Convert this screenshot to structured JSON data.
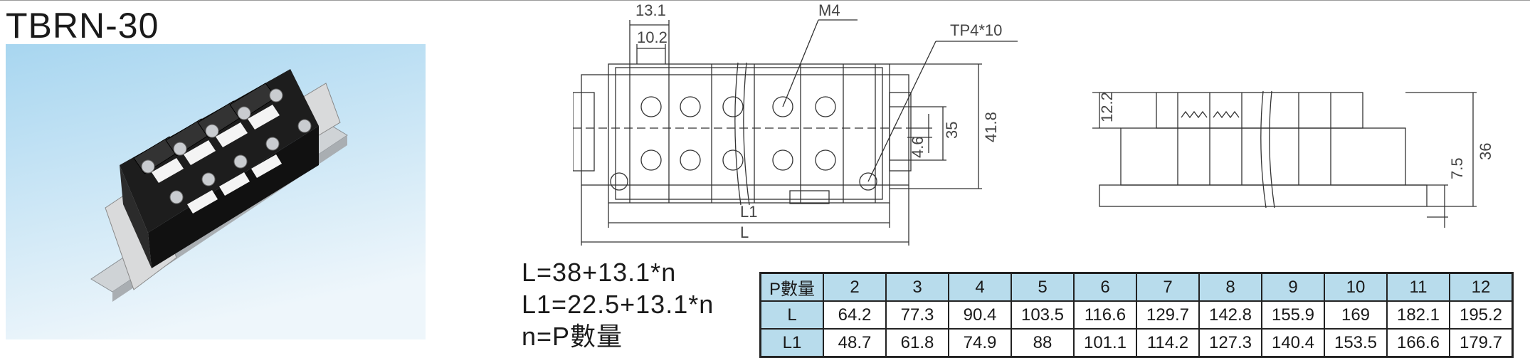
{
  "title": "TBRN-30",
  "drawing": {
    "dims": {
      "pitch": "13.1",
      "inner": "10.2",
      "screw": "M4",
      "tap": "TP4*10",
      "l1": "L1",
      "l": "L",
      "h_inner": "35",
      "h_outer": "41.8",
      "offset": "4.6",
      "side_top": "12.2",
      "side_rail": "7.5",
      "side_total": "36"
    }
  },
  "formulas": [
    "L=38+13.1*n",
    "L1=22.5+13.1*n",
    "n=P數量"
  ],
  "table": {
    "header_label": "P數量",
    "p_values": [
      "2",
      "3",
      "4",
      "5",
      "6",
      "7",
      "8",
      "9",
      "10",
      "11",
      "12"
    ],
    "rows": [
      {
        "label": "L",
        "values": [
          "64.2",
          "77.3",
          "90.4",
          "103.5",
          "116.6",
          "129.7",
          "142.8",
          "155.9",
          "169",
          "182.1",
          "195.2"
        ]
      },
      {
        "label": "L1",
        "values": [
          "48.7",
          "61.8",
          "74.9",
          "88",
          "101.1",
          "114.2",
          "127.3",
          "140.4",
          "153.5",
          "166.6",
          "179.7"
        ]
      }
    ]
  },
  "colors": {
    "table_header_bg": "#b8dcec",
    "photo_bg_top": "#a8d6f0",
    "photo_bg_bottom": "#eef6fb"
  }
}
